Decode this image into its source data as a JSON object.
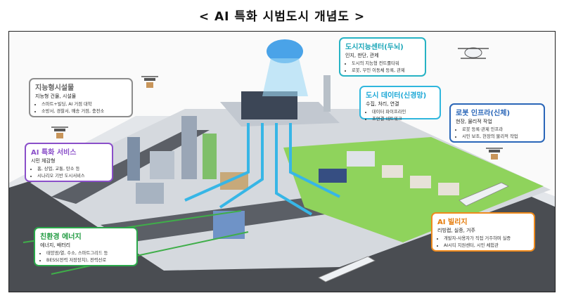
{
  "title": "< AI 특화 시범도시 개념도 >",
  "colors": {
    "gray": "#8d8d8d",
    "purple": "#8a4fc9",
    "green": "#2aa84a",
    "teal": "#27b3c4",
    "cyan": "#2fb6dd",
    "blue": "#2a66b8",
    "orange": "#ef8a1c",
    "ground": "#c9ced4",
    "road": "#3a3d42",
    "grass": "#8fd35c",
    "pipe": "#37b6e6"
  },
  "callouts": {
    "intelligent_facilities": {
      "title": "지능형시설물",
      "subtitle": "지능형 건물, 시설물",
      "items": [
        "스마트+빌딩, AI 거점 대학",
        "소방서, 경찰서, 배송 거점, 충전소"
      ]
    },
    "ai_services": {
      "title": "AI 특화 서비스",
      "subtitle": "시민 체감형",
      "items": [
        "홈, 상업, 교통, 탄소 등",
        "시나리오 기반 도시서비스"
      ]
    },
    "eco_energy": {
      "title": "친환경 에너지",
      "subtitle": "에너지, 배터리",
      "items": [
        "태양광/열, 수소, 스마트그리드 등",
        "BESS(전력 저장장치), 전력선로"
      ]
    },
    "city_brain": {
      "title": "도시지능센터(두뇌)",
      "subtitle": "인지, 판단, 관제",
      "items": [
        "도시의 지능형 컨트롤타워",
        "로봇, 무인 이동체 등록, 관제"
      ]
    },
    "city_data": {
      "title": "도시 데이터(신경망)",
      "subtitle": "수집, 처리, 연결",
      "items": [
        "데이터 파이프라인",
        "초연결 네트워크"
      ]
    },
    "robot_infra": {
      "title": "로봇 인프라(신체)",
      "subtitle": "현장, 물리적 작업",
      "items": [
        "로봇 등록·관제 인프라",
        "시민 보조, 현장의 물리적 작업"
      ]
    },
    "ai_village": {
      "title": "AI 빌리지",
      "subtitle": "리빙랩, 실증, 거주",
      "items": [
        "개발자-사용자가 직접 거주하며 실증",
        "AI시티 지원센터, 시민 체험관"
      ]
    }
  }
}
